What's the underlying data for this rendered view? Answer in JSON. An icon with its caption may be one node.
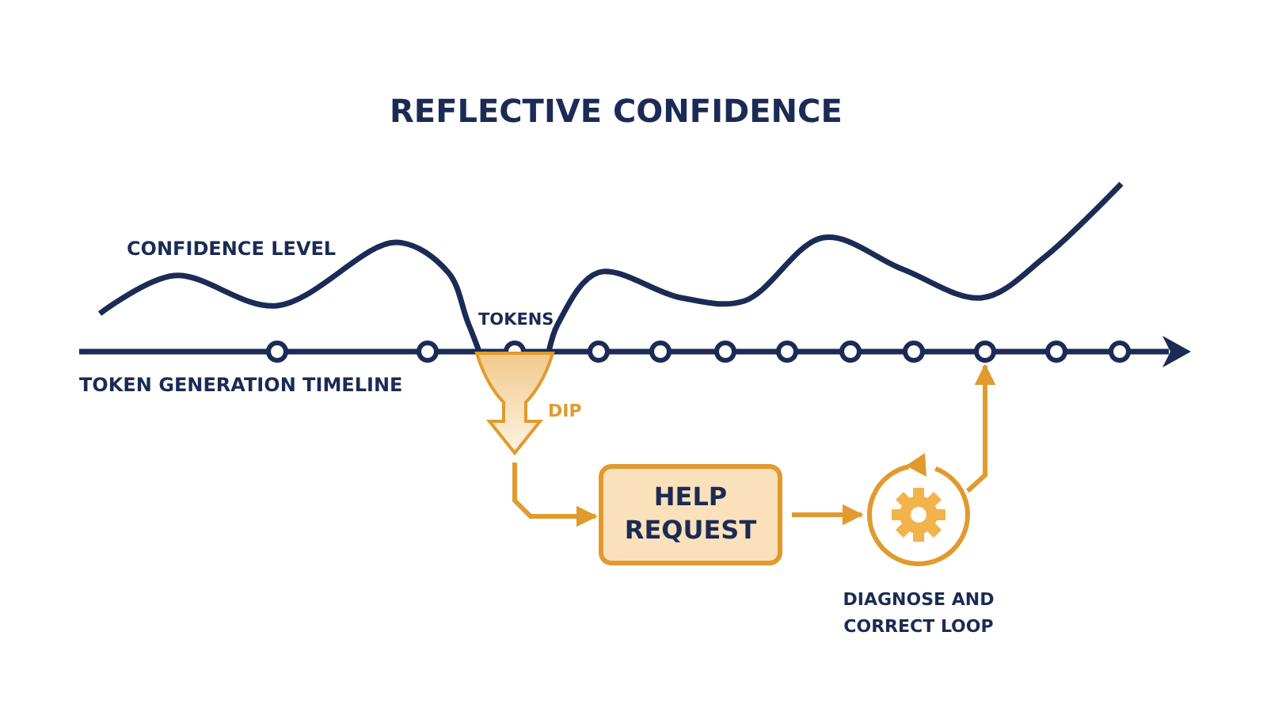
{
  "diagram": {
    "title": "REFLECTIVE CONFIDENCE",
    "nodes": [
      {
        "text": [],
        "shape": "circle"
      },
      {
        "text": [],
        "shape": "circle"
      },
      {
        "text": [],
        "shape": "circle"
      },
      {
        "text": [],
        "shape": "circle"
      },
      {
        "text": [],
        "shape": "circle"
      },
      {
        "text": [],
        "shape": "circle"
      },
      {
        "text": [],
        "shape": "circle"
      },
      {
        "text": [],
        "shape": "circle"
      },
      {
        "text": [],
        "shape": "circle"
      },
      {
        "text": [],
        "shape": "circle"
      },
      {
        "text": [],
        "shape": "circle"
      },
      {
        "text": [],
        "shape": "circle"
      },
      {
        "text": [],
        "shape": "funnel",
        "beside": [
          "DIP"
        ]
      },
      {
        "text": [
          "HELP REQUEST"
        ]
      },
      {
        "text": [],
        "shape": "circle",
        "beside": [
          "DIAGNOSE AND CORRECT LOOP"
        ]
      }
    ],
    "edges": [
      {
        "from": 12,
        "to": 13,
        "arrow": "to"
      },
      {
        "from": 13,
        "to": 14,
        "arrow": "to"
      },
      {
        "from": 14,
        "to": 9,
        "arrow": "to"
      }
    ],
    "labels": [
      "CONFIDENCE LEVEL",
      "TOKENS",
      "TOKEN GENERATION TIMELINE"
    ]
  }
}
